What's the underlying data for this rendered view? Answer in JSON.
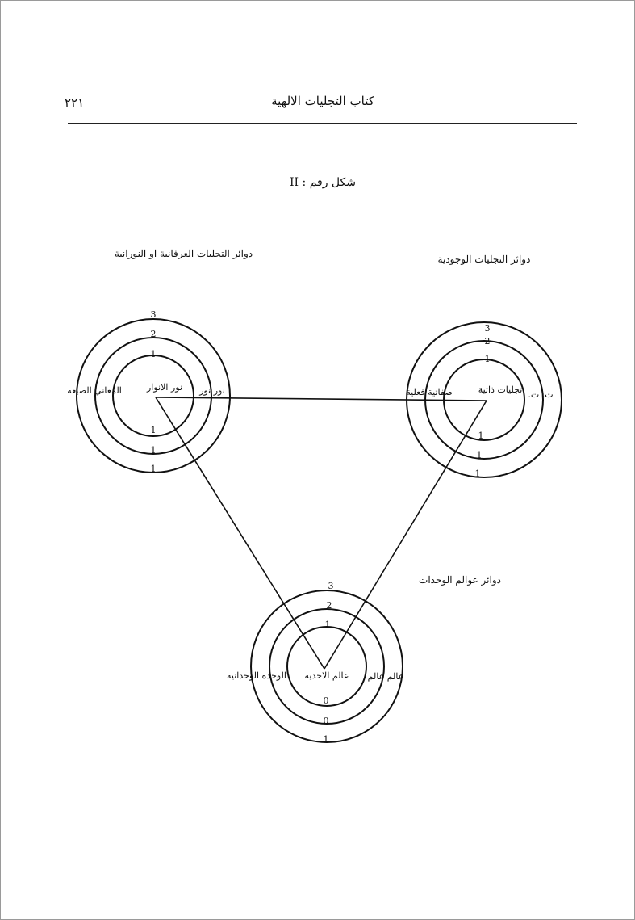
{
  "header": {
    "title": "كتاب التجليات الالهية",
    "page_number": "٢٢١"
  },
  "figure": {
    "caption": "شكل رقم : II",
    "groups": {
      "noetic": {
        "title": "دوائر التجليات العرفانية او النورانية",
        "ring_labels_top": [
          "3",
          "2",
          "1"
        ],
        "ring_labels_bottom": [
          "1",
          "1",
          "1"
        ],
        "side_labels": [
          "نور نور",
          "نور الانوار",
          "المعاني الصيغة"
        ]
      },
      "existential": {
        "title": "دوائر التجليات الوجودية",
        "ring_labels_top": [
          "3",
          "2",
          "1"
        ],
        "ring_labels_bottom": [
          "1",
          "1",
          "1"
        ],
        "side_labels": [
          "ت. ت.",
          "تجليات ذاتية",
          "صفاتية فعلية"
        ]
      },
      "unities": {
        "title": "دوائر عوالم الوحدات",
        "ring_labels_top": [
          "3",
          "2",
          "1"
        ],
        "ring_labels_bottom": [
          "0",
          "0",
          "1"
        ],
        "side_labels": [
          "عالم عالم",
          "عالم الاحدية",
          "الوحدة الوحدانية"
        ]
      }
    }
  }
}
